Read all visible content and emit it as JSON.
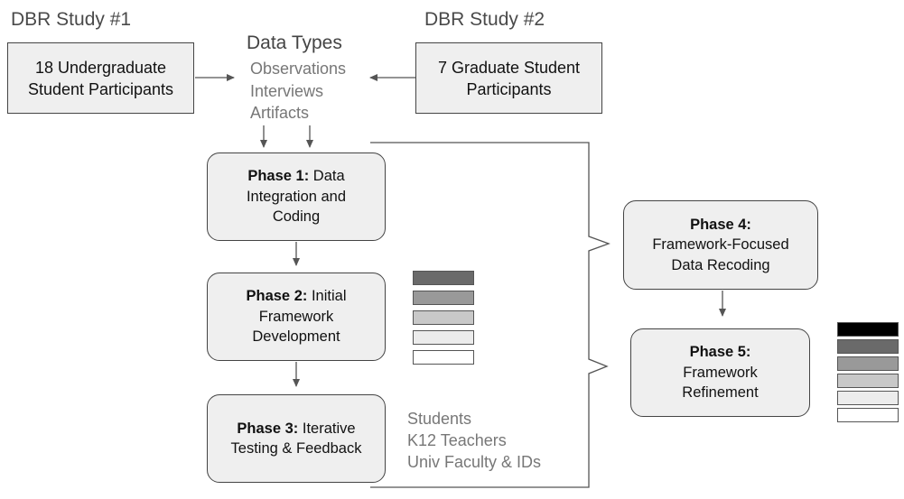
{
  "study1": {
    "title": "DBR Study #1",
    "participants_line1": "18 Undergraduate",
    "participants_line2": "Student Participants"
  },
  "study2": {
    "title": "DBR Study #2",
    "participants_line1": "7 Graduate Student",
    "participants_line2": "Participants"
  },
  "data_types": {
    "title": "Data Types",
    "items": [
      "Observations",
      "Interviews",
      "Artifacts"
    ]
  },
  "phases": [
    {
      "label": "Phase 1:",
      "lines": [
        "Data",
        "Integration and",
        "Coding"
      ]
    },
    {
      "label": "Phase 2:",
      "lines": [
        "Initial",
        "Framework",
        "Development"
      ]
    },
    {
      "label": "Phase 3:",
      "lines": [
        "Iterative",
        "Testing & Feedback"
      ]
    },
    {
      "label": "Phase 4:",
      "lines": [
        "Framework-Focused",
        "Data Recoding"
      ]
    },
    {
      "label": "Phase 5:",
      "lines": [
        "Framework",
        "Refinement"
      ]
    }
  ],
  "audiences": [
    "Students",
    "K12 Teachers",
    "Univ Faculty & IDs"
  ],
  "legend_small": {
    "colors": [
      "#6a6a6a",
      "#999999",
      "#c8c8c8",
      "#ececec",
      "#ffffff"
    ]
  },
  "legend_large": {
    "colors": [
      "#000000",
      "#6a6a6a",
      "#999999",
      "#c8c8c8",
      "#ececec",
      "#ffffff"
    ]
  },
  "colors": {
    "box_fill": "#efefef",
    "stroke": "#444444",
    "muted_text": "#777777"
  }
}
